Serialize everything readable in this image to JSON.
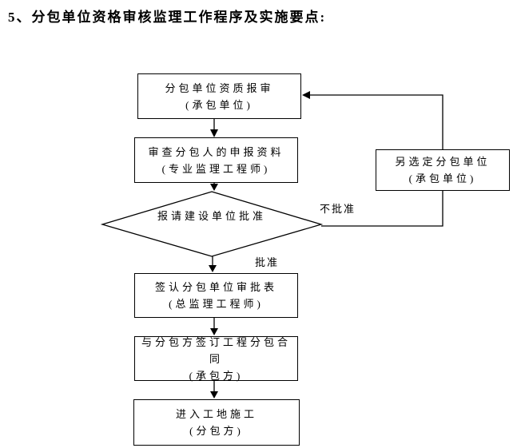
{
  "title": "5、分包单位资格审核监理工作程序及实施要点:",
  "flowchart": {
    "nodes": {
      "submit": {
        "line1": "分包单位资质报审",
        "line2": "(承包单位)"
      },
      "review": {
        "line1": "审查分包人的申报资料",
        "line2": "(专业监理工程师)"
      },
      "decision": {
        "label": "报请建设单位批准"
      },
      "reselect": {
        "line1": "另选定分包单位",
        "line2": "(承包单位)"
      },
      "sign": {
        "line1": "签认分包单位审批表",
        "line2": "(总监理工程师)"
      },
      "contract": {
        "line1": "与分包方签订工程分包合同",
        "line2": "(承包方)"
      },
      "construct": {
        "line1": "进入工地施工",
        "line2": "(分包方)"
      }
    },
    "edge_labels": {
      "approve": "批准",
      "reject": "不批准"
    }
  },
  "colors": {
    "background": "#ffffff",
    "line": "#000000",
    "text": "#000000"
  }
}
